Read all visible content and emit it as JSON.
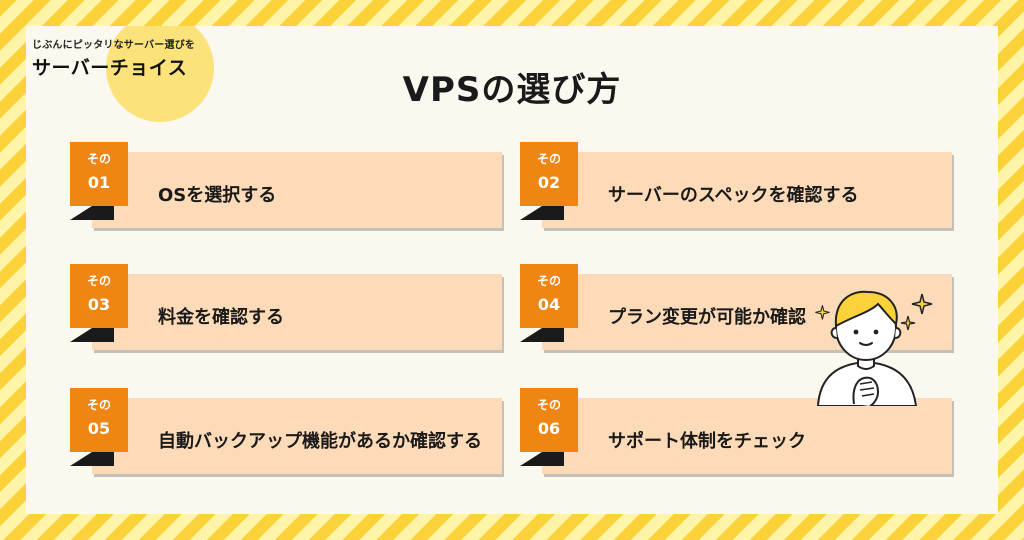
{
  "logo": {
    "tagline": "じぶんにピッタリなサーバー選びを",
    "name": "サーバーチョイス"
  },
  "title": "VPSの選び方",
  "steps": [
    {
      "badge_word": "その",
      "badge_num": "01",
      "text": "OSを選択する"
    },
    {
      "badge_word": "その",
      "badge_num": "02",
      "text": "サーバーのスペックを確認する"
    },
    {
      "badge_word": "その",
      "badge_num": "03",
      "text": "料金を確認する"
    },
    {
      "badge_word": "その",
      "badge_num": "04",
      "text": "プラン変更が可能か確認"
    },
    {
      "badge_word": "その",
      "badge_num": "05",
      "text": "自動バックアップ機能があるか確認する"
    },
    {
      "badge_word": "その",
      "badge_num": "06",
      "text": "サポート体制をチェック"
    }
  ],
  "colors": {
    "stripe_yellow": "#fbd23a",
    "panel": "#fbf8ef",
    "badge_orange": "#ef8614",
    "card_peach": "#fedbb8"
  },
  "icons": {
    "character": "thinking-person-illustration",
    "sparkle": "sparkle-icon"
  }
}
